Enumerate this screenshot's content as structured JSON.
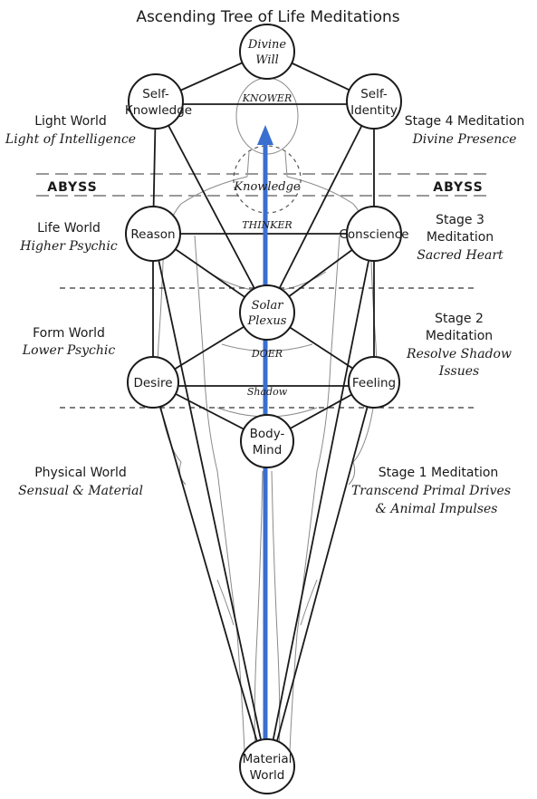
{
  "title": "Ascending Tree of Life Meditations",
  "abyss_label": "ABYSS",
  "arrow_color": "#3a6fd0",
  "worlds": [
    {
      "name": "Light World",
      "sub": "Light of Intelligence"
    },
    {
      "name": "Life World",
      "sub": "Higher Psychic"
    },
    {
      "name": "Form World",
      "sub": "Lower Psychic"
    },
    {
      "name": "Physical World",
      "sub": "Sensual & Material"
    }
  ],
  "stages": [
    {
      "lines": [
        "Stage 4 Meditation"
      ],
      "sub": [
        "Divine Presence"
      ]
    },
    {
      "lines": [
        "Stage 3",
        "Meditation"
      ],
      "sub": [
        "Sacred Heart"
      ]
    },
    {
      "lines": [
        "Stage 2",
        "Meditation"
      ],
      "sub": [
        "Resolve Shadow",
        "Issues"
      ]
    },
    {
      "lines": [
        "Stage 1 Meditation"
      ],
      "sub": [
        "Transcend Primal Drives",
        "& Animal Impulses"
      ]
    }
  ],
  "nodes": {
    "divine_will": [
      "Divine",
      "Will"
    ],
    "self_knowledge": [
      "Self-",
      "Knowledge"
    ],
    "self_identity": [
      "Self-",
      "Identity"
    ],
    "reason": [
      "Reason"
    ],
    "conscience": [
      "Conscience"
    ],
    "solar_plexus": [
      "Solar",
      "Plexus"
    ],
    "desire": [
      "Desire"
    ],
    "feeling": [
      "Feeling"
    ],
    "body_mind": [
      "Body-",
      "Mind"
    ],
    "material_world": [
      "Material",
      "World"
    ]
  },
  "path_labels": {
    "knower": "KNOWER",
    "knowledge": "Knowledge",
    "thinker": "THINKER",
    "doer": "DOER",
    "shadow": "Shadow"
  }
}
